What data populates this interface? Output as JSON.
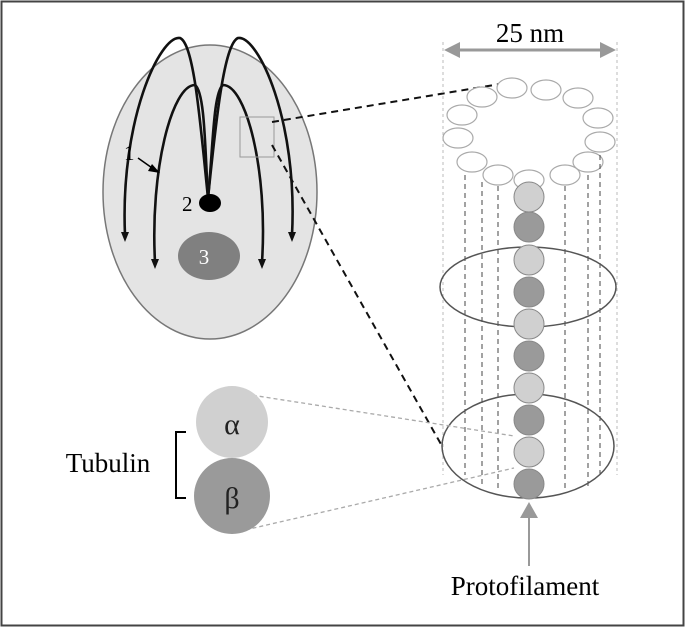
{
  "labels": {
    "width": "25 nm",
    "marker_1": "1",
    "marker_2": "2",
    "marker_3": "3",
    "alpha": "α",
    "beta": "β",
    "tubulin": "Tubulin",
    "protofilament": "Protofilament"
  },
  "colors": {
    "light_subunit": "#d0d0d0",
    "dark_subunit": "#9a9a9a",
    "cell_fill": "#e4e4e4",
    "nucleus": "#808080",
    "outline": "#333333",
    "guide": "#a0a0a0"
  }
}
